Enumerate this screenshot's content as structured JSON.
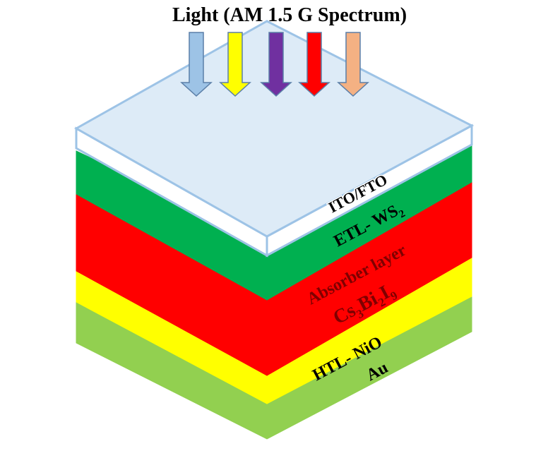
{
  "title": "Light (AM 1.5 G Spectrum)",
  "arrows": [
    {
      "name": "light-arrow-blue",
      "color": "#9DC3E6"
    },
    {
      "name": "light-arrow-yellow",
      "color": "#FFFF00"
    },
    {
      "name": "light-arrow-purple",
      "color": "#7030A0"
    },
    {
      "name": "light-arrow-red",
      "color": "#FF0000"
    },
    {
      "name": "light-arrow-orange",
      "color": "#F4B183"
    }
  ],
  "layers": {
    "top_glass": {
      "label": "ITO/FTO",
      "color": "#DDEBF7"
    },
    "etl": {
      "label": "ETL- WS",
      "sub": "2",
      "color": "#00B050"
    },
    "absorber": {
      "label": "Absorber layer",
      "formula": [
        "Cs",
        "3",
        "Bi",
        "2",
        "I",
        "9"
      ],
      "color": "#FF0000"
    },
    "htl": {
      "label": "HTL- NiO",
      "color": "#FFFF00"
    },
    "contact": {
      "label": "Au",
      "color": "#92D050"
    }
  },
  "colors": {
    "glass_top": "#DDEBF7",
    "glass_edge": "#9DC3E6",
    "glass_side_white": "#FFFFFF"
  }
}
